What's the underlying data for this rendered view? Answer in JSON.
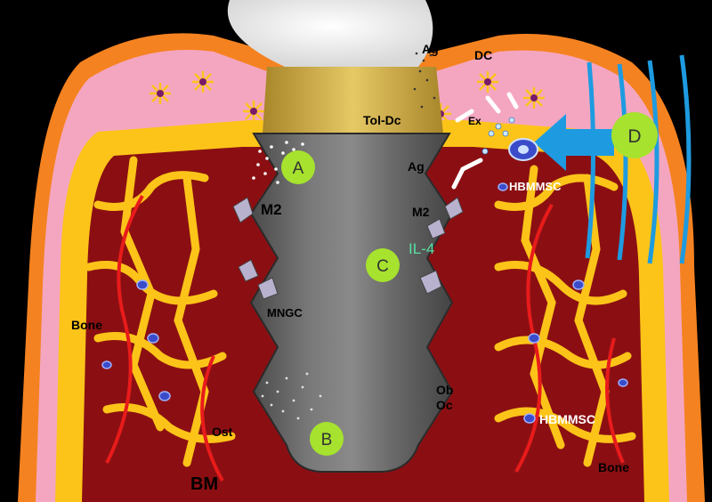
{
  "labels": {
    "ag_top": "Ag",
    "dc": "DC",
    "tol_dc": "Tol-Dc",
    "ex": "Ex",
    "ag_mid": "Ag",
    "hbmmsc_top": "HBMMSC",
    "m2_left": "M2",
    "m2_right": "M2",
    "il4": "IL-4",
    "mngc": "MNGC",
    "bone_left": "Bone",
    "ob": "Ob",
    "oc": "Oc",
    "hbmmsc_bottom": "HBMMSC",
    "ost": "Ost",
    "bm": "BM",
    "bone_right": "Bone"
  },
  "markers": {
    "a": "A",
    "b": "B",
    "c": "C",
    "d": "D"
  },
  "colors": {
    "background": "#000000",
    "periosteum": "#f58220",
    "soft_tissue": "#f4a6c0",
    "bone": "#fcc419",
    "marrow": "#8b0f12",
    "marrow_vessel": "#e81b1b",
    "implant": "#707070",
    "abutment": "#c8a43a",
    "crown": "#f2f2f2",
    "marker": "#a6e22e",
    "wave": "#1e9be0",
    "arrow": "#1e9be0"
  }
}
